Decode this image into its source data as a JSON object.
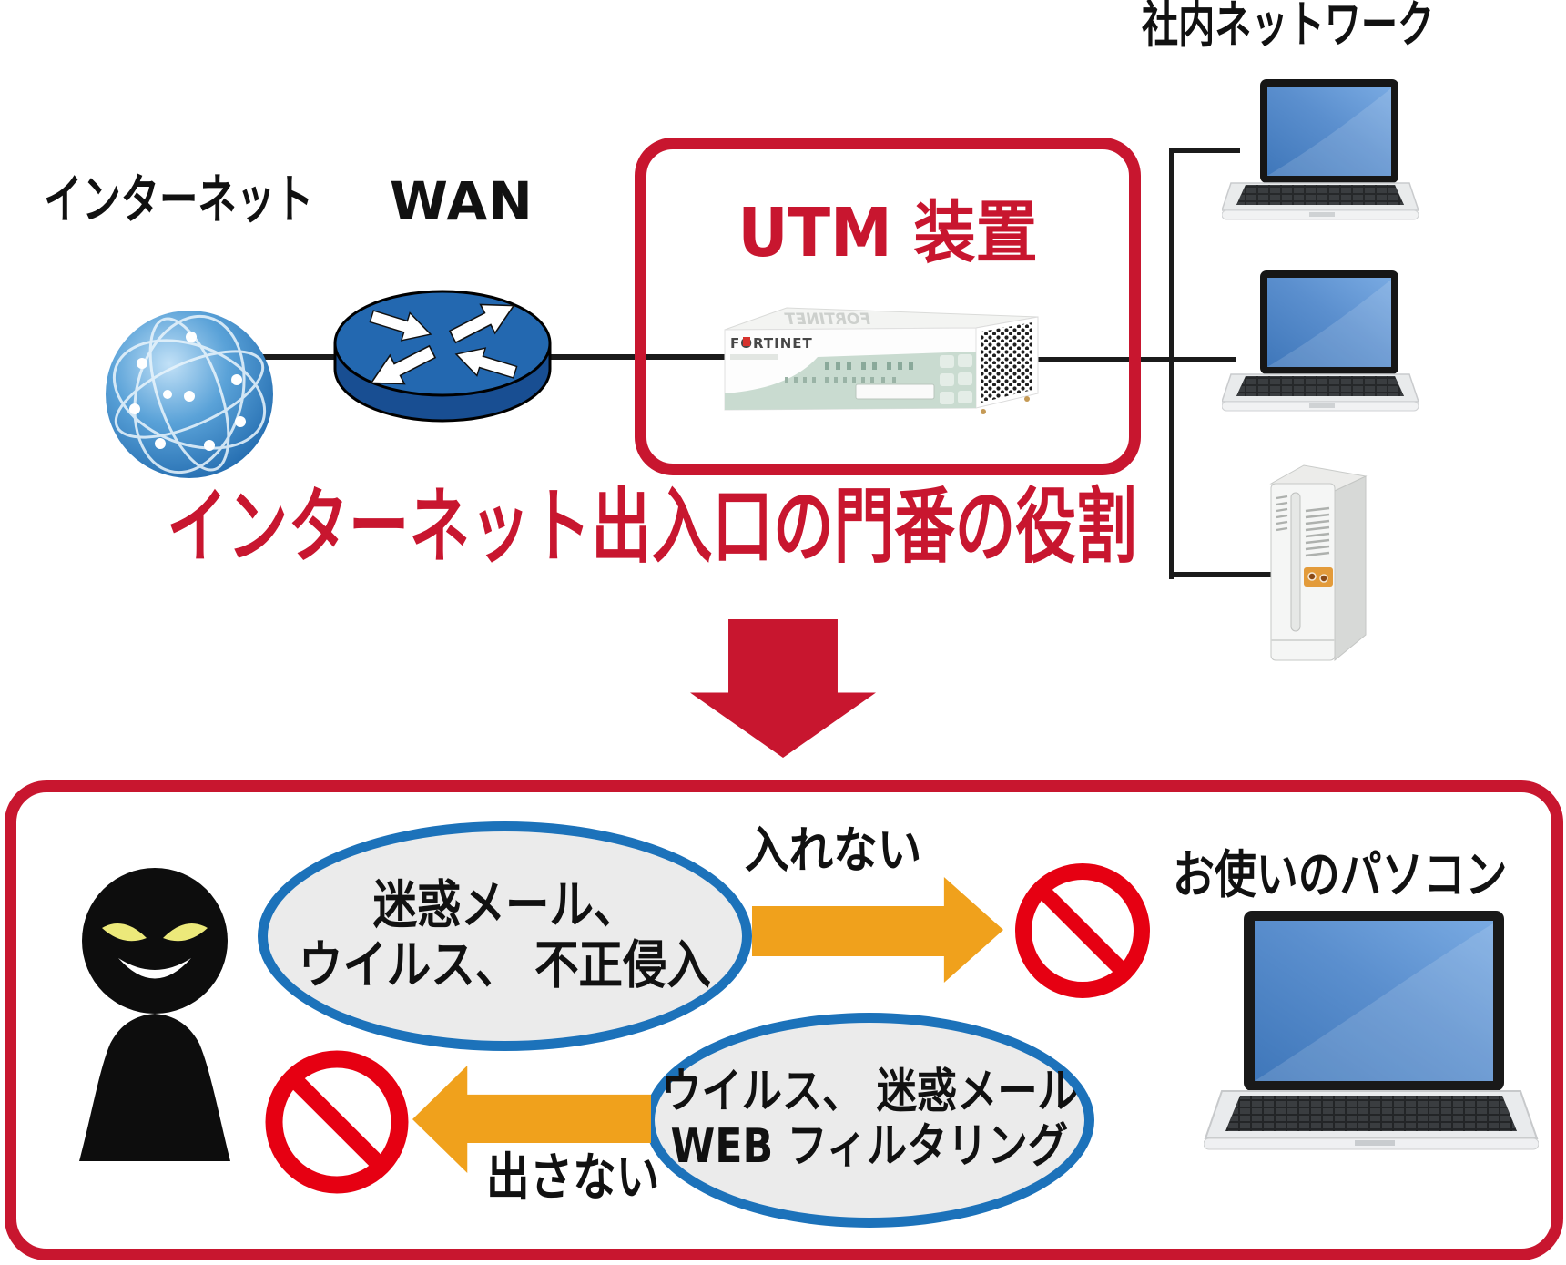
{
  "colors": {
    "brand_red": "#c8162f",
    "prohibit_red": "#e60012",
    "arrow_orange": "#f0a11c",
    "bubble_blue": "#1c72ba",
    "bubble_fill": "#ebebeb",
    "screen_blue": "#5b8fce",
    "router_blue": "#2368b0"
  },
  "top": {
    "internet_label": "インターネット",
    "wan_label": "WAN",
    "utm_title": "UTM 装置",
    "device_logo": "FORTINET",
    "lan_label": "社内ネットワーク",
    "caption": "インターネット出入口の門番の役割"
  },
  "bottom": {
    "inbound_block_label": "入れない",
    "outbound_block_label": "出さない",
    "pc_label": "お使いのパソコン",
    "inbound_threats": {
      "line1": "迷惑メール、",
      "line2": "ウイルス、 不正侵入"
    },
    "outbound_threats": {
      "line1": "ウイルス、 迷惑メール",
      "line2": "WEB フィルタリング"
    }
  },
  "icons": [
    "globe-icon",
    "router-icon",
    "utm-appliance-icon",
    "laptop-icon",
    "server-icon",
    "hacker-icon",
    "no-entry-icon",
    "down-arrow-icon",
    "flow-arrow-right-icon",
    "flow-arrow-left-icon"
  ]
}
